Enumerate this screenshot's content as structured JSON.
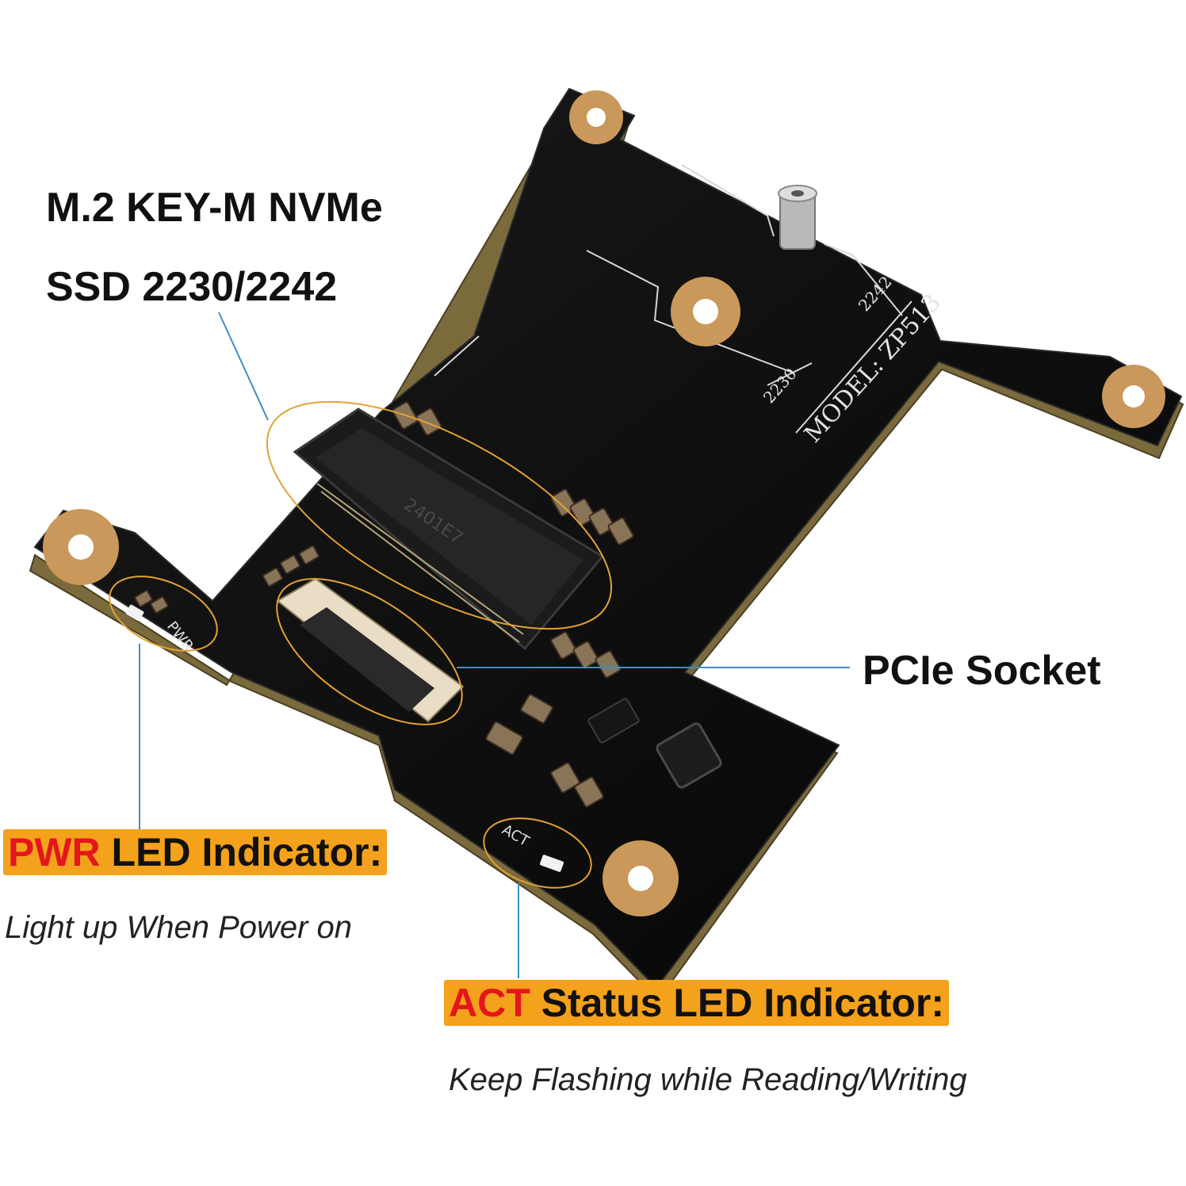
{
  "callouts": {
    "ssd_line1": "M.2 KEY-M NVMe",
    "ssd_line2": "SSD 2230/2242",
    "pcie": "PCIe Socket",
    "pwr_accent": "PWR",
    "pwr_rest": " LED Indicator:",
    "pwr_desc": "Light up When Power on",
    "act_accent": "ACT",
    "act_rest": " Status LED Indicator:",
    "act_desc": "Keep Flashing while Reading/Writing"
  },
  "board": {
    "model": "MODEL: ZP513",
    "len_2242": "2242",
    "len_2230": "2230",
    "connector_marking": "2401E7",
    "pwr_silk": "PWR",
    "act_silk": "ACT"
  },
  "colors": {
    "pcb": "#0e0e0e",
    "pad": "#c9985a",
    "leader": "#3d8fc4",
    "highlight_ring": "#e2a234",
    "banner": "#f4a11c",
    "accent_text": "#e4161b"
  }
}
